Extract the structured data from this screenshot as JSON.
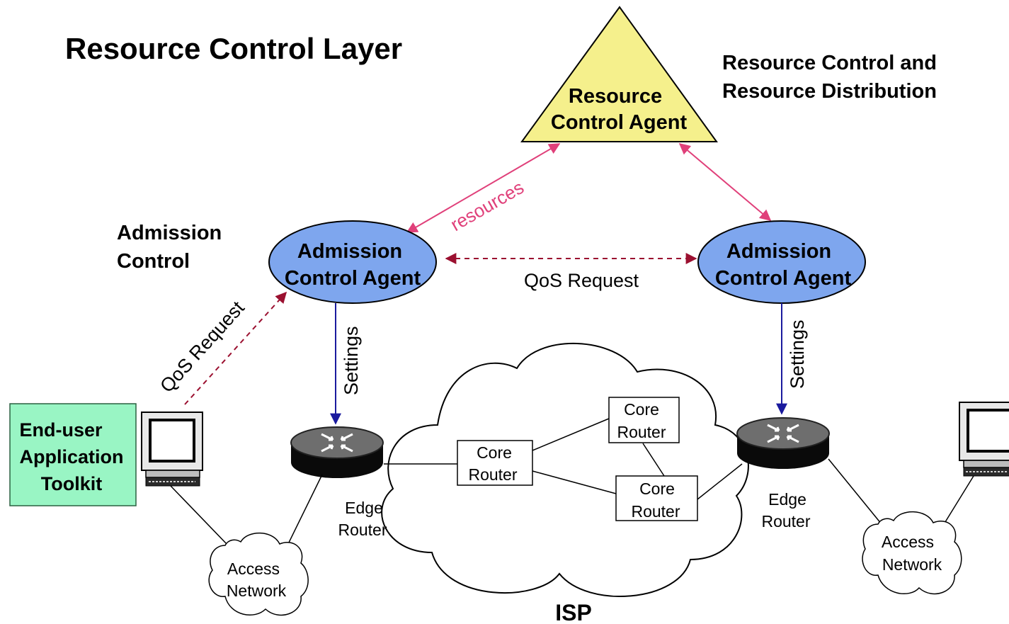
{
  "title": "Resource Control Layer",
  "labels": {
    "rc_distribution_line1": "Resource Control and",
    "rc_distribution_line2": "Resource Distribution",
    "admission_control_line1": "Admission",
    "admission_control_line2": "Control",
    "isp": "ISP"
  },
  "rca": {
    "line1": "Resource",
    "line2": "Control Agent",
    "fill": "#f5f08c"
  },
  "aca_left": {
    "line1": "Admission",
    "line2": "Control Agent"
  },
  "aca_right": {
    "line1": "Admission",
    "line2": "Control Agent"
  },
  "aca_fill": "#7ea6ee",
  "arrows": {
    "resources": "resources",
    "qos_middle": "QoS Request",
    "qos_left": "QoS Request",
    "settings_left": "Settings",
    "settings_right": "Settings"
  },
  "toolkit": {
    "line1": "End-user",
    "line2": "Application",
    "line3": "Toolkit",
    "fill": "#99f5c4"
  },
  "core_routers": [
    {
      "line1": "Core",
      "line2": "Router"
    },
    {
      "line1": "Core",
      "line2": "Router"
    },
    {
      "line1": "Core",
      "line2": "Router"
    }
  ],
  "edge_left": {
    "line1": "Edge",
    "line2": "Router"
  },
  "edge_right": {
    "line1": "Edge",
    "line2": "Router"
  },
  "access_left": {
    "line1": "Access",
    "line2": "Network"
  },
  "access_right": {
    "line1": "Access",
    "line2": "Network"
  },
  "colors": {
    "pink": "#e0407a",
    "darkred": "#9b1030",
    "navy": "#1a1a9e"
  }
}
